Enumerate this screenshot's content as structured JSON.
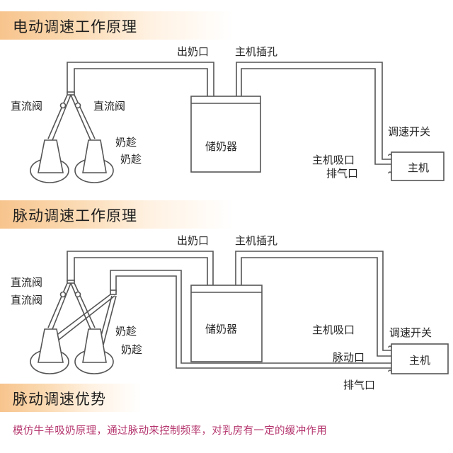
{
  "sections": [
    {
      "title": "电动调速工作原理",
      "labels": {
        "valve_left": "直流阀",
        "valve_right": "直流阀",
        "breast_shield_1": "奶趁",
        "breast_shield_2": "奶趁",
        "milk_outlet": "出奶口",
        "host_socket": "主机插孔",
        "container": "储奶器",
        "speed_switch": "调速开关",
        "host_suction": "主机吸口",
        "exhaust": "排气口",
        "host": "主机"
      }
    },
    {
      "title": "脉动调速工作原理",
      "labels": {
        "valve_1": "直流阀",
        "valve_2": "直流阀",
        "breast_shield_1": "奶趁",
        "breast_shield_2": "奶趁",
        "milk_outlet": "出奶口",
        "host_socket": "主机插孔",
        "container": "储奶器",
        "host_suction": "主机吸口",
        "speed_switch": "调速开关",
        "pulse_port": "脉动口",
        "exhaust": "排气口",
        "host": "主机"
      }
    },
    {
      "title": "脉动调速优势",
      "description": "模仿牛羊吸奶原理，通过脉动来控制频率，对乳房有一定的缓冲作用"
    }
  ],
  "colors": {
    "banner_accent": "#f7c48d",
    "description_text": "#b5366e",
    "line": "#555555"
  }
}
